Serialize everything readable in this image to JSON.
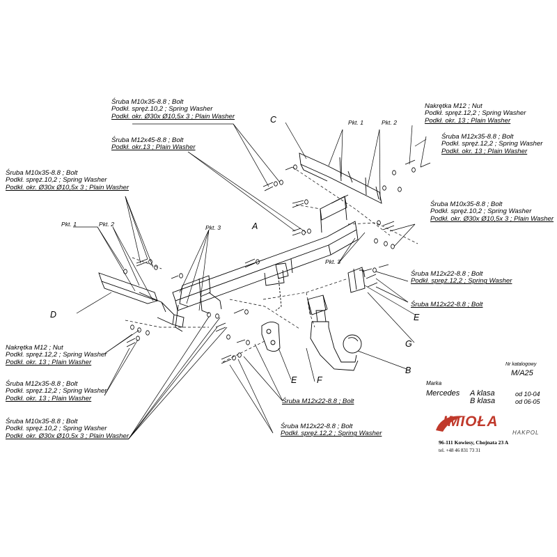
{
  "labels": {
    "l1": [
      "Śruba M10x35-8.8 ;  Bolt",
      "Podkł. spręż.10,2 ; Spring Washer",
      "Podkł. okr.  Ø30x Ø10,5x 3 ; Plain Washer"
    ],
    "l2": [
      "Śruba M12x45-8.8 ;  Bolt",
      "Podkł. okr.13 ; Plain Washer"
    ],
    "l3": [
      "Śruba M10x35-8.8 ;  Bolt",
      "Podkł. spręż.10,2 ; Spring Washer",
      "Podkł. okr.  Ø30x Ø10,5x 3 ; Plain Washer"
    ],
    "l4": [
      "Nakrętka  M12 ; Nut",
      "Podkł. spręż.12,2 ; Spring Washer",
      "Podkł. okr. 13 ; Plain Washer"
    ],
    "l5": [
      "Śruba M12x35-8.8 ;  Bolt",
      "Podkł. spręż.12,2 ; Spring Washer",
      "Podkł. okr.  13 ; Plain Washer"
    ],
    "l6": [
      "Śruba M10x35-8.8 ;  Bolt",
      "Podkł. spręż.10,2 ; Spring Washer",
      "Podkł. okr.  Ø30x Ø10,5x 3 ; Plain Washer"
    ],
    "l7": [
      "Śruba M12x22-8.8 ;  Bolt",
      "Podkł. spręż.12,2 ; Spring Washer"
    ],
    "l8": [
      "Śruba M12x22-8.8 ;  Bolt"
    ],
    "l9": [
      "Nakrętka  M12 ; Nut",
      "Podkł. spręż.12,2 ; Spring Washer",
      "Podkł. okr. 13 ; Plain Washer"
    ],
    "l10": [
      "Śruba M12x35-8.8 ;  Bolt",
      "Podkł. spręż.12,2 ; Spring Washer",
      "Podkł. okr.  13 ; Plain Washer"
    ],
    "l11": [
      "Śruba M10x35-8.8 ;  Bolt",
      "Podkł. spręż.10,2 ; Spring Washer",
      "Podkł. okr.  Ø30x Ø10,5x 3 ; Plain Washer"
    ],
    "l12": [
      "Śruba M12x22-8.8 ;  Bolt"
    ],
    "l13": [
      "Śruba M12x22-8.8 ;  Bolt",
      "Podkł. spręż.12,2 ; Spring Washer"
    ]
  },
  "letters": {
    "A": "A",
    "B": "B",
    "C": "C",
    "D": "D",
    "E": "E",
    "E2": "E",
    "F": "F",
    "G": "G"
  },
  "pkt": {
    "pkt1": "Pkt. 1",
    "pkt2": "Pkt. 2",
    "pkt3": "Pkt. 3",
    "pkt1b": "Pkt. 1",
    "pkt2b": "Pkt. 2",
    "pkt3b": "Pkt. 3"
  },
  "info": {
    "catalog_label": "Nr katalogowy",
    "catalog_no": "M/A25",
    "marka_label": "Marka",
    "brand": "Mercedes",
    "model1": "A klasa",
    "date1": "od 10-04",
    "model2": "B klasa",
    "date2": "od 06-05"
  },
  "logo": {
    "name": "IMIOŁA",
    "sub": "HAKPOL",
    "address": "96-111 Kowiesy, Chojnata 23 A",
    "tel": "tel. +48 46 831 73 31",
    "color": "#c0392b"
  }
}
